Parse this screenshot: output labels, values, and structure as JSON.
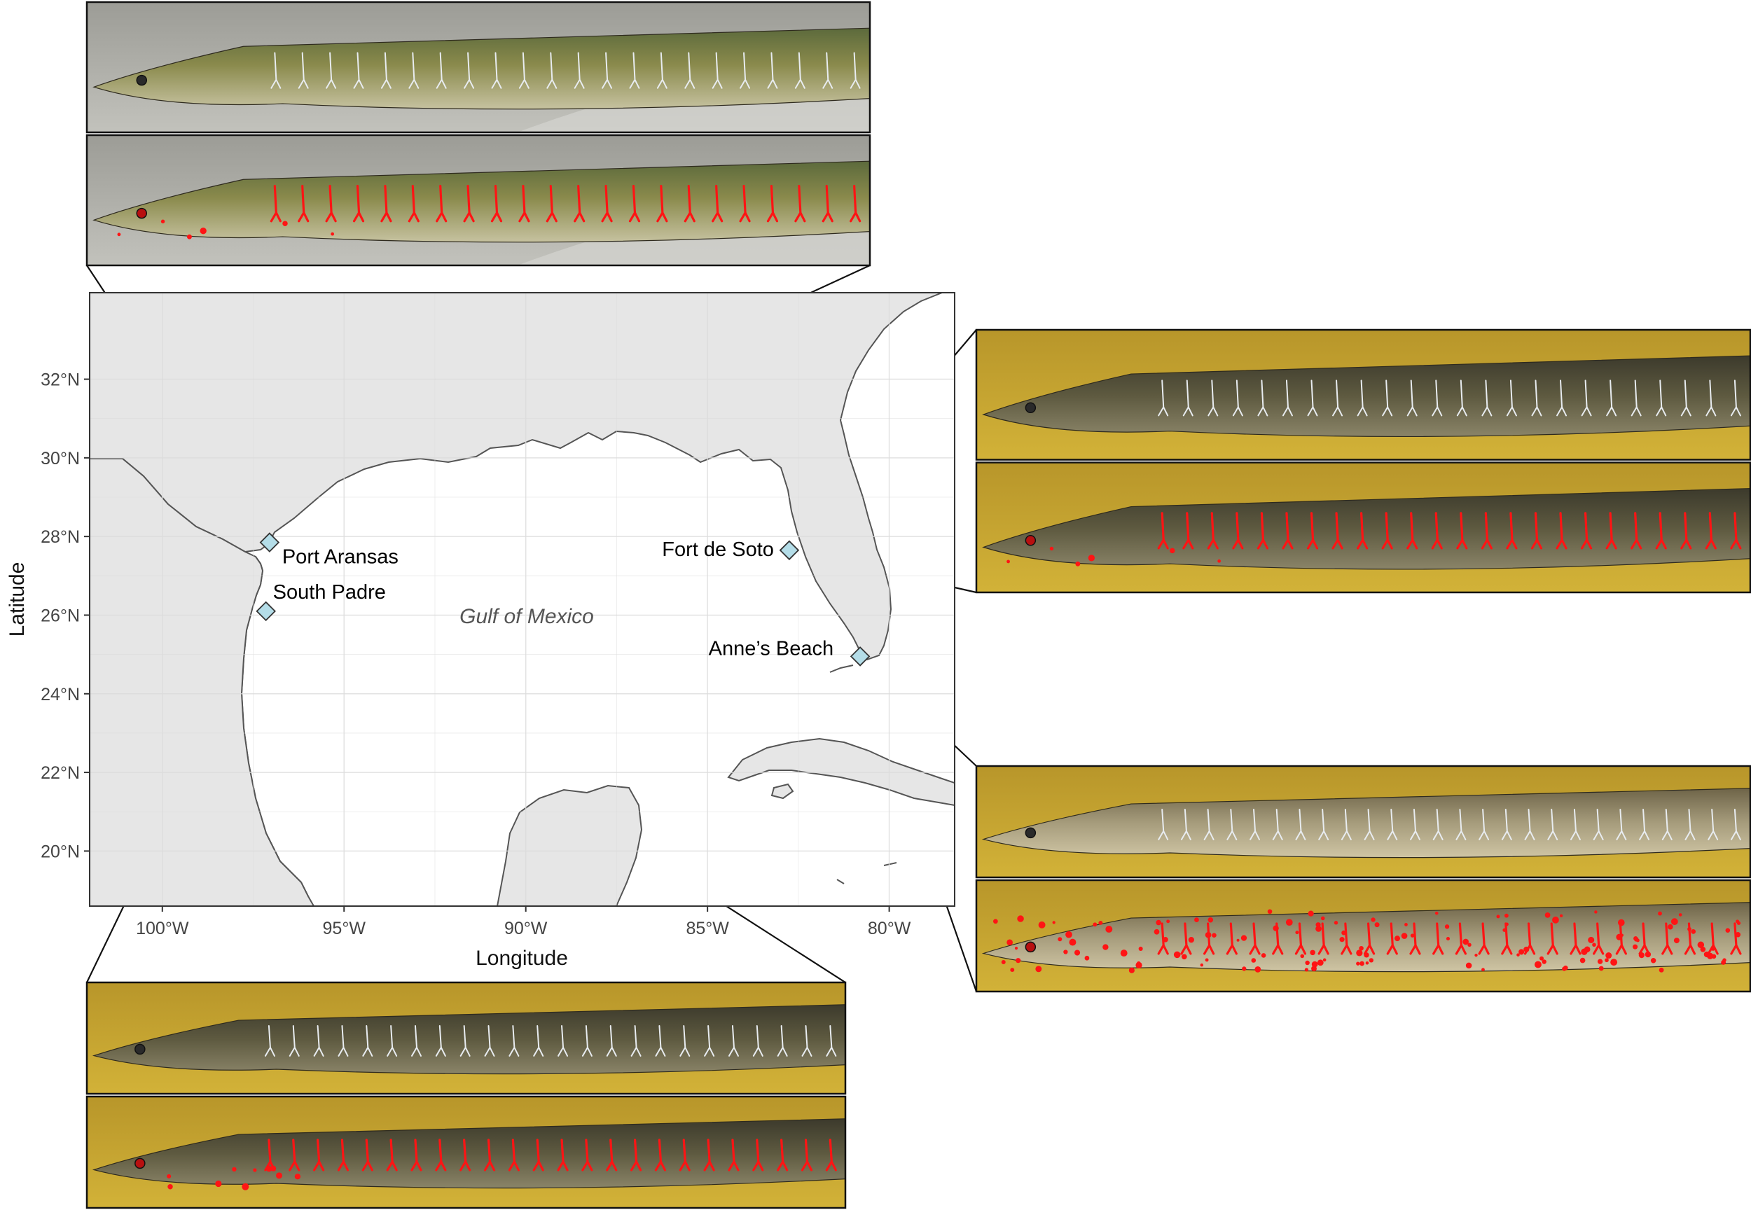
{
  "map": {
    "region_label": "Gulf of Mexico",
    "x_axis_title": "Longitude",
    "y_axis_title": "Latitude",
    "x_ticks": [
      {
        "lon": -100,
        "label": "100°W"
      },
      {
        "lon": -95,
        "label": "95°W"
      },
      {
        "lon": -90,
        "label": "90°W"
      },
      {
        "lon": -85,
        "label": "85°W"
      },
      {
        "lon": -80,
        "label": "80°W"
      }
    ],
    "y_ticks": [
      {
        "lat": 20,
        "label": "20°N"
      },
      {
        "lat": 22,
        "label": "22°N"
      },
      {
        "lat": 24,
        "label": "24°N"
      },
      {
        "lat": 26,
        "label": "26°N"
      },
      {
        "lat": 28,
        "label": "28°N"
      },
      {
        "lat": 30,
        "label": "30°N"
      },
      {
        "lat": 32,
        "label": "32°N"
      }
    ],
    "lon_range": [
      -102,
      -78.2
    ],
    "lat_range": [
      18.6,
      34.2
    ],
    "sites": [
      {
        "id": "port-aransas",
        "name": "Port Aransas",
        "lon": -97.05,
        "lat": 27.85
      },
      {
        "id": "south-padre",
        "name": "South Padre",
        "lon": -97.15,
        "lat": 26.1
      },
      {
        "id": "fort-de-soto",
        "name": "Fort de Soto",
        "lon": -82.75,
        "lat": 27.65
      },
      {
        "id": "annes-beach",
        "name": "Anne’s Beach",
        "lon": -80.8,
        "lat": 24.95
      }
    ],
    "colors": {
      "land": "#e6e6e6",
      "water": "#ffffff",
      "coastline": "#555555",
      "grid": "#dcdcdc",
      "marker": "#b4dde8",
      "overlay": "#ff1414",
      "sand_background": "#c8a52a",
      "gray_background": "#a8a8a4"
    }
  },
  "specimen_panels": [
    {
      "site": "port-aransas",
      "background": "gray"
    },
    {
      "site": "fort-de-soto",
      "background": "sand"
    },
    {
      "site": "annes-beach",
      "background": "sand"
    },
    {
      "site": "south-padre",
      "background": "sand"
    }
  ]
}
